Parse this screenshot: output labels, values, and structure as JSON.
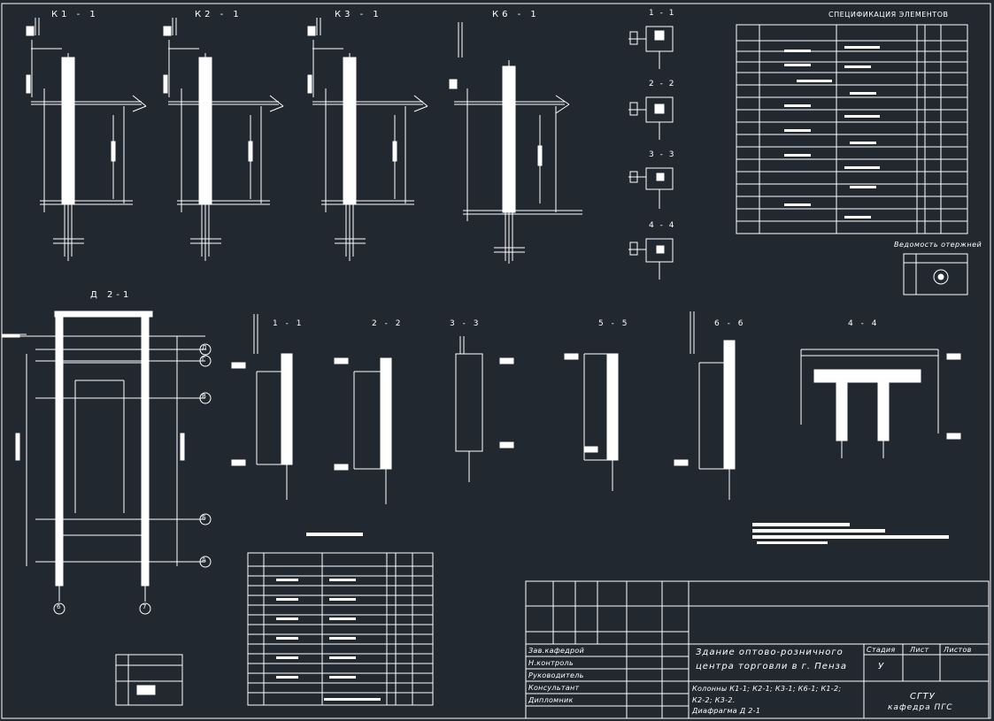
{
  "titles": {
    "k1": "К1 - 1",
    "k2": "К2 - 1",
    "k3": "К3 - 1",
    "k6": "К6 - 1",
    "d21": "Д 2-1",
    "small_1": "1 - 1",
    "small_2": "2 - 2",
    "small_3": "3 - 3",
    "small_4": "4 - 4",
    "sec_1": "1 - 1",
    "sec_2": "2 - 2",
    "sec_3": "3 - 3",
    "sec_5": "5 - 5",
    "sec_6": "6 - 6",
    "sec_4": "4 - 4"
  },
  "spec_title": "СПЕЦИФИКАЦИЯ ЭЛЕМЕНТОВ",
  "bars_title": "Ведомость отержней",
  "axes": {
    "right": [
      "Д",
      "Г",
      "В",
      "Б",
      "А"
    ],
    "bottom": [
      "6",
      "7"
    ]
  },
  "stamp": {
    "roles": [
      "Зав.кафедрой",
      "Н.контроль",
      "Руководитель",
      "Консультант",
      "Дипломник"
    ],
    "project_line1": "Здание оптово-розничного",
    "project_line2": "центра торговли в г. Пенза",
    "col_stage": "Стадия",
    "col_sheet": "Лист",
    "col_sheets": "Листов",
    "stage_value": "У",
    "sheet_desc_1": "Колонны К1-1; К2-1; К3-1; К6-1; К1-2;",
    "sheet_desc_2": "К2-2; К3-2.",
    "sheet_desc_3": "Диафрагма Д 2-1",
    "org_1": "СГТУ",
    "org_2": "кафедра ПГС"
  },
  "colors": {
    "background": "#212830",
    "line": "#ffffff"
  }
}
